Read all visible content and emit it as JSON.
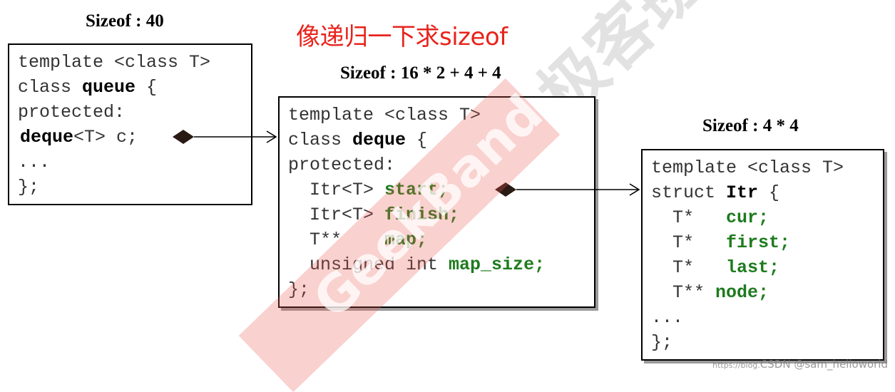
{
  "headline": "像递归一下求sizeof",
  "boxes": {
    "queue": {
      "size_label": "Sizeof : 40",
      "lines": {
        "l1": "template <class T>",
        "l2_kw": "class ",
        "l2_name": "queue",
        "l2_tail": " {",
        "l3": "protected:",
        "l4_type": "deque",
        "l4_rest": "<T> c;",
        "l5": "...",
        "l6": "};"
      }
    },
    "deque": {
      "size_label": "Sizeof : 16 * 2 + 4 + 4",
      "lines": {
        "l1": "template <class T>",
        "l2_kw": "class ",
        "l2_name": "deque",
        "l2_tail": " {",
        "l3": "protected:",
        "f1_type": "  Itr<T> ",
        "f1_name": "start;",
        "f2_type": "  Itr<T> ",
        "f2_name": "finish;",
        "f3_type": "  T**    ",
        "f3_name": "map;",
        "f4_type": "  unsigned int ",
        "f4_name": "map_size;",
        "l_end": "};"
      }
    },
    "itr": {
      "size_label": "Sizeof : 4 * 4",
      "lines": {
        "l1": "template <class T>",
        "l2_kw": "struct ",
        "l2_name": "Itr",
        "l2_tail": " {",
        "f1_type": "  T*   ",
        "f1_name": "cur;",
        "f2_type": "  T*   ",
        "f2_name": "first;",
        "f3_type": "  T*   ",
        "f3_name": "last;",
        "f4_type": "  T** ",
        "f4_name": "node;",
        "l5": "...",
        "l_end": "};"
      }
    }
  },
  "watermark": {
    "band_text": "GeekBand",
    "cn_text": "极客班"
  },
  "credit": {
    "url_prefix": "https://blog.",
    "author": "CSDN @sam_helloworld"
  },
  "colors": {
    "headline": "#e8231c",
    "field": "#1e7b1e",
    "diamond": "#2a1a14"
  }
}
